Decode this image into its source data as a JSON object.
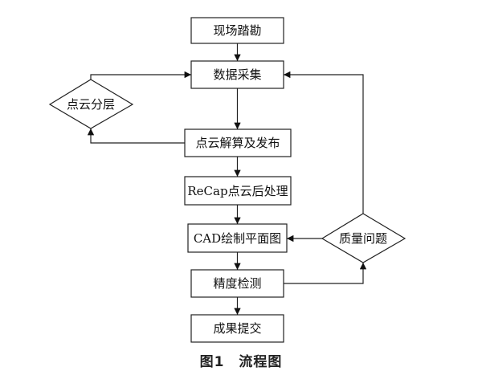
{
  "diagram": {
    "type": "flowchart",
    "nodes": {
      "site_survey": "现场踏勘",
      "data_collection": "数据采集",
      "point_cloud_layering": "点云分层",
      "point_cloud_solve_publish": "点云解算及发布",
      "recap_postprocess": "ReCap点云后处理",
      "cad_drawing": "CAD绘制平面图",
      "precision_check": "精度检测",
      "quality_issue": "质量问题",
      "result_submission": "成果提交"
    },
    "edges": [
      [
        "site_survey",
        "data_collection"
      ],
      [
        "data_collection",
        "point_cloud_solve_publish"
      ],
      [
        "point_cloud_solve_publish",
        "point_cloud_layering"
      ],
      [
        "point_cloud_layering",
        "data_collection"
      ],
      [
        "point_cloud_solve_publish",
        "recap_postprocess"
      ],
      [
        "recap_postprocess",
        "cad_drawing"
      ],
      [
        "cad_drawing",
        "precision_check"
      ],
      [
        "precision_check",
        "quality_issue"
      ],
      [
        "quality_issue",
        "cad_drawing"
      ],
      [
        "quality_issue",
        "data_collection"
      ],
      [
        "precision_check",
        "result_submission"
      ]
    ]
  },
  "caption": "图1　流程图"
}
